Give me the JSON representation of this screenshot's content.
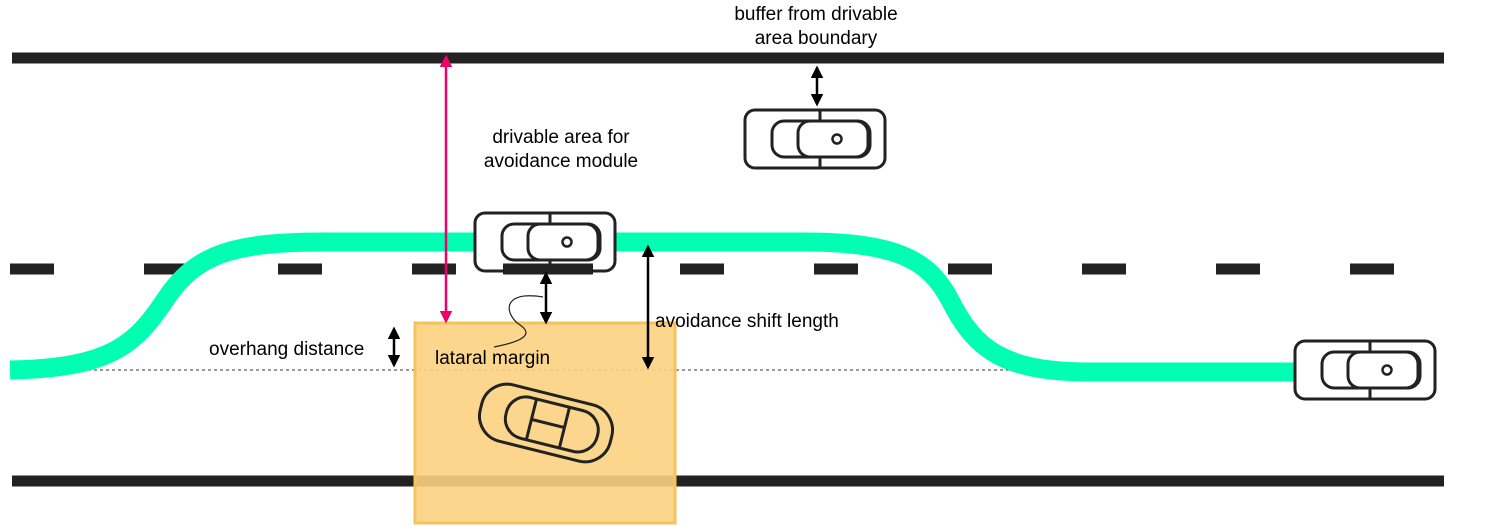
{
  "labels": {
    "buffer_line1": "buffer from drivable",
    "buffer_line2": "area boundary",
    "drivable_line1": "drivable area for",
    "drivable_line2": "avoidance module",
    "shift_length": "avoidance shift length",
    "overhang_distance": "overhang distance",
    "lateral_margin": "lataral margin"
  },
  "colors": {
    "road_line": "#222222",
    "path": "#00ffb3",
    "boundary_arrow": "#ee0066",
    "obstacle_fill": "#fcd27f",
    "obstacle_stroke": "#f5c35a",
    "car_stroke": "#222222"
  },
  "icons": {
    "ego_vehicle": "car-top-view",
    "obstacle_vehicle": "parked-car-top-view"
  }
}
